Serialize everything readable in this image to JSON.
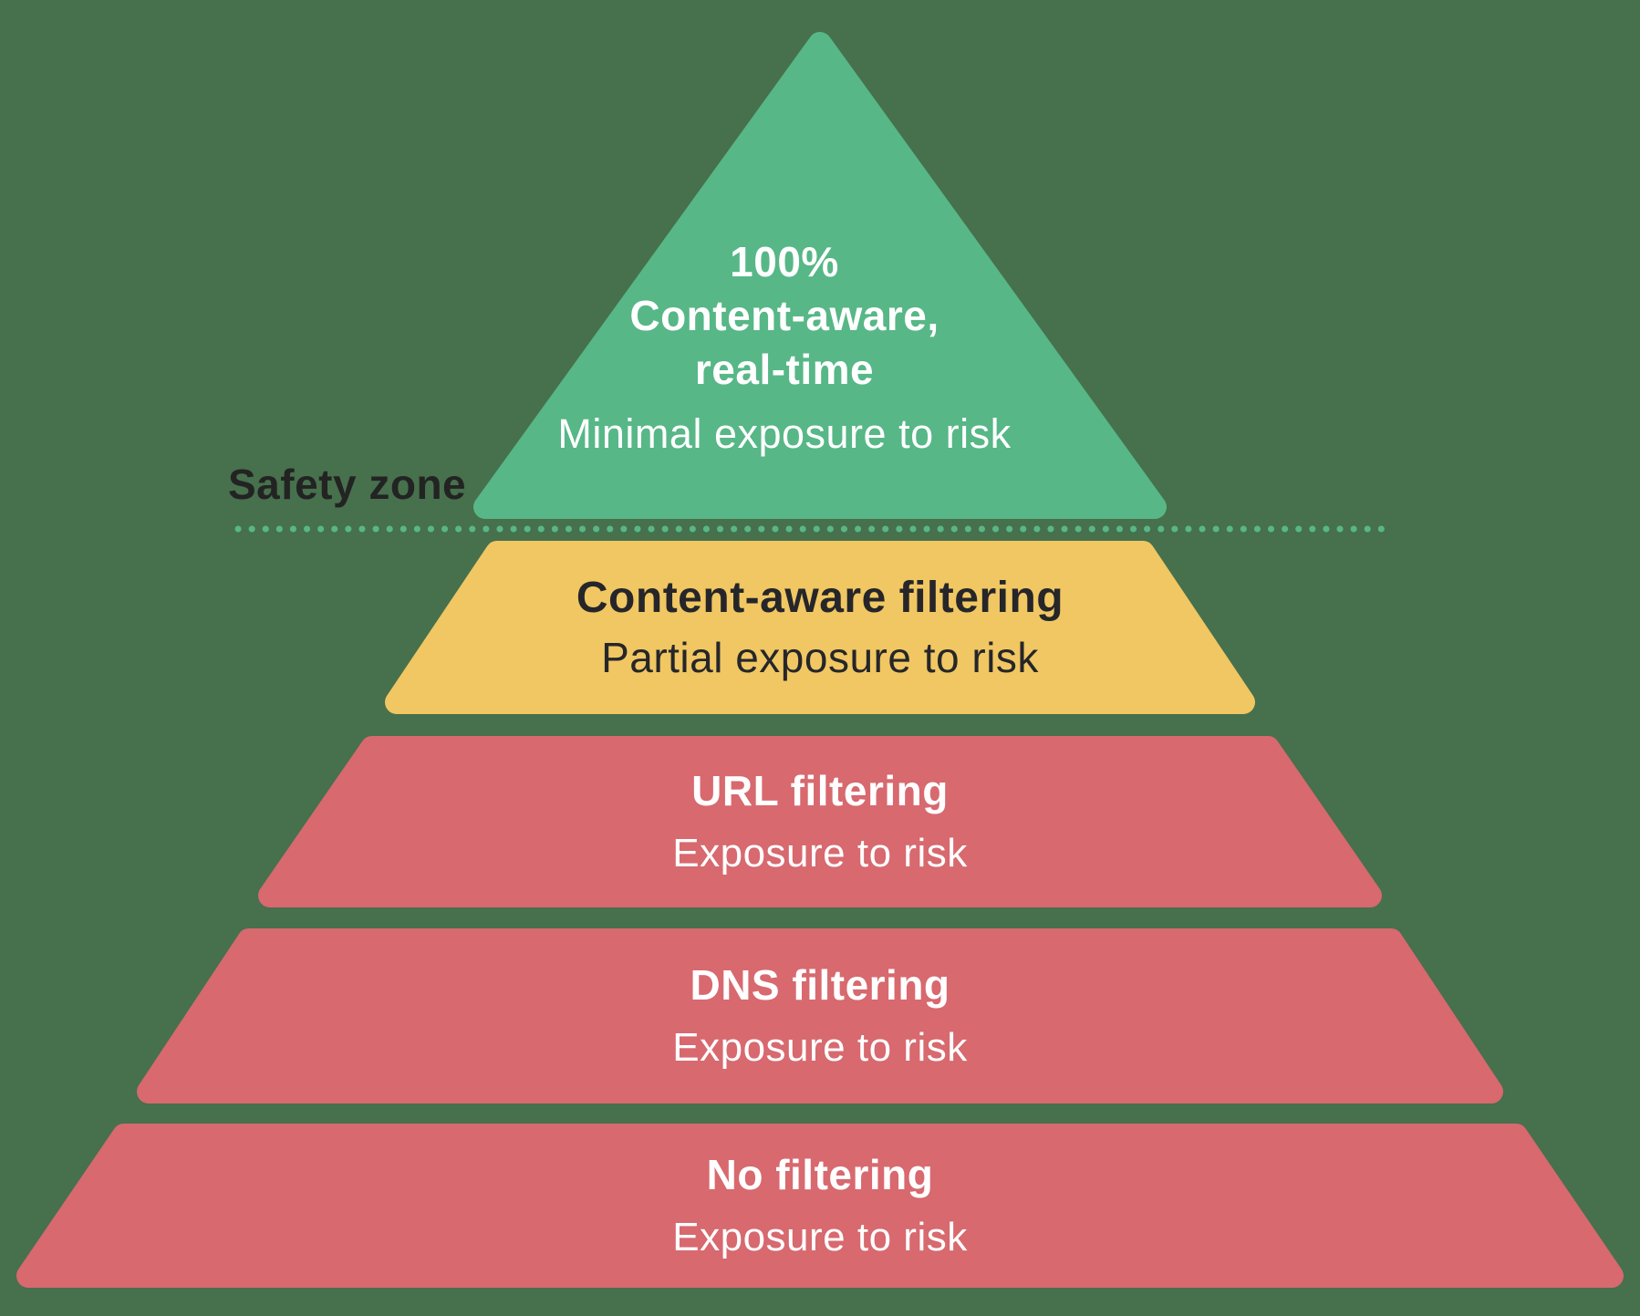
{
  "diagram": {
    "type": "pyramid",
    "safety_zone_label": "Safety zone",
    "levels": [
      {
        "name": "content-aware-real-time",
        "title_lines": [
          "100%",
          "Content-aware,",
          "real-time"
        ],
        "subtitle": "Minimal exposure to risk",
        "risk": "minimal"
      },
      {
        "name": "content-aware-filtering",
        "title": "Content-aware filtering",
        "subtitle": "Partial exposure to risk",
        "risk": "partial"
      },
      {
        "name": "url-filtering",
        "title": "URL filtering",
        "subtitle": "Exposure to risk",
        "risk": "exposed"
      },
      {
        "name": "dns-filtering",
        "title": "DNS filtering",
        "subtitle": "Exposure to risk",
        "risk": "exposed"
      },
      {
        "name": "no-filtering",
        "title": "No filtering",
        "subtitle": "Exposure to risk",
        "risk": "exposed"
      }
    ]
  },
  "colors": {
    "bg": "#47704D",
    "green": "#57B787",
    "yellow": "#F0C762",
    "red": "#D7696F",
    "dark-text": "#26262A",
    "light-text": "#FFFFFF",
    "dot": "#57B787"
  }
}
